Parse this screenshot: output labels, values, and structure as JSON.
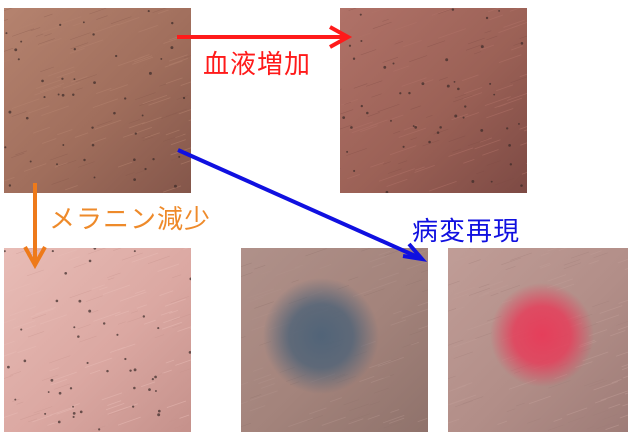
{
  "labels": {
    "blood_increase": "血液増加",
    "melanin_decrease": "メラニン減少",
    "lesion_reproduction": "病変再現"
  },
  "colors": {
    "arrow_blood": "#ff1a1a",
    "arrow_melanin": "#ee7a1a",
    "arrow_lesion": "#1010e0",
    "label_blood": "#ff1a1a",
    "label_melanin": "#ee8a2a",
    "label_lesion": "#1010e0"
  },
  "images": [
    {
      "name": "skin-original-image",
      "base": "#a06e5c",
      "light": "#b5836f",
      "dark": "#84564a",
      "dots": true
    },
    {
      "name": "skin-blood-increased-image",
      "base": "#9b6156",
      "light": "#b07268",
      "dark": "#7d4a44",
      "dots": true
    },
    {
      "name": "skin-melanin-decreased-image",
      "base": "#dba8a2",
      "light": "#e8bcb6",
      "dark": "#c5918b",
      "dots": true
    },
    {
      "name": "skin-blue-lesion-image",
      "base": "#a3837b",
      "light": "#b0918a",
      "dark": "#8f726b",
      "lesion": "#4d6277"
    },
    {
      "name": "skin-red-lesion-image",
      "base": "#b28e88",
      "light": "#c09d97",
      "dark": "#9e7c77",
      "lesion": "#e83a58"
    }
  ]
}
